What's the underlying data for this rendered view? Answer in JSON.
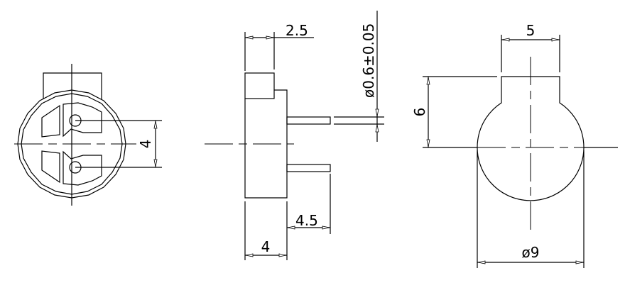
{
  "dimensions": {
    "front_pin_spacing": "4",
    "top_tab_depth": "2.5",
    "pin_diameter": "ø0.6±0.05",
    "pin_length": "4.5",
    "body_height": "4",
    "tab_width": "5",
    "tab_offset": "6",
    "body_diameter": "ø9"
  },
  "colors": {
    "line": "#000000",
    "background": "#ffffff"
  }
}
